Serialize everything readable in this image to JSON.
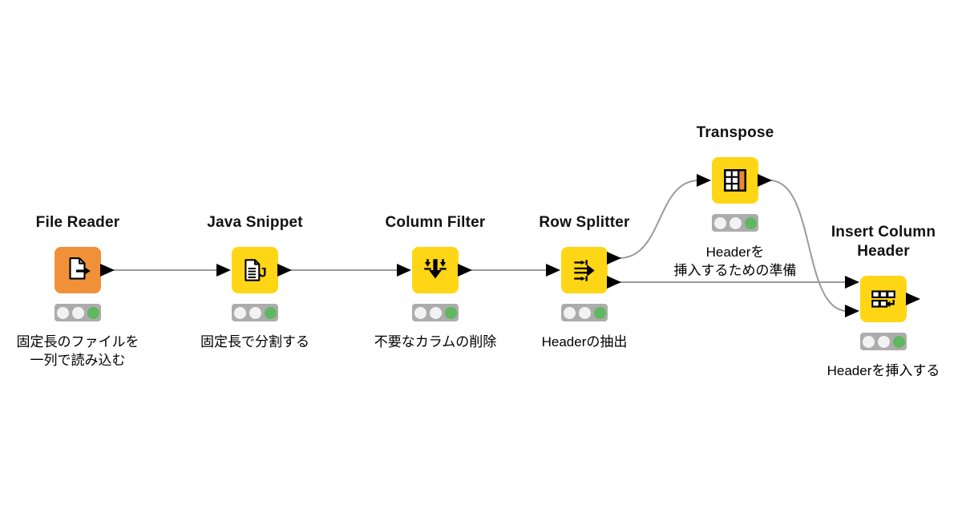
{
  "workflow": {
    "tool": "KNIME workflow",
    "colors": {
      "canvas_background": "#ffffff",
      "node_yellow": "#FFD615",
      "node_orange": "#F0913A",
      "port_black": "#000000",
      "wire_gray": "#9b9b9b",
      "traffic_light_background": "#ACACAC",
      "status_idle_bulb": "#F2F2F2",
      "status_green_bulb": "#5FB75F",
      "transpose_highlight_orange": "#E8883C"
    },
    "nodes": [
      {
        "title": "File Reader",
        "status": "executed-green",
        "annotation": {
          "line1": "固定長のファイルを",
          "line2": "一列で読み込む"
        }
      },
      {
        "title": "Java Snippet",
        "status": "executed-green",
        "annotation": {
          "line1": "固定長で分割する"
        }
      },
      {
        "title": "Column Filter",
        "status": "executed-green",
        "annotation": {
          "line1": "不要なカラムの削除"
        }
      },
      {
        "title": "Row Splitter",
        "status": "executed-green",
        "annotation": {
          "line1": "Headerの抽出"
        }
      },
      {
        "title": "Transpose",
        "status": "executed-green",
        "annotation": {
          "line1": "Headerを",
          "line2": "挿入するための準備"
        }
      },
      {
        "title": "Insert Column Header",
        "status": "executed-green",
        "annotation": {
          "line1": "Headerを挿入する"
        }
      }
    ],
    "connections": [
      {
        "from": "File Reader",
        "to": "Java Snippet"
      },
      {
        "from": "Java Snippet",
        "to": "Column Filter"
      },
      {
        "from": "Column Filter",
        "to": "Row Splitter"
      },
      {
        "from": "Row Splitter (top port)",
        "to": "Transpose"
      },
      {
        "from": "Row Splitter (bottom port)",
        "to": "Insert Column Header (top port)"
      },
      {
        "from": "Transpose",
        "to": "Insert Column Header (bottom port)"
      }
    ]
  }
}
